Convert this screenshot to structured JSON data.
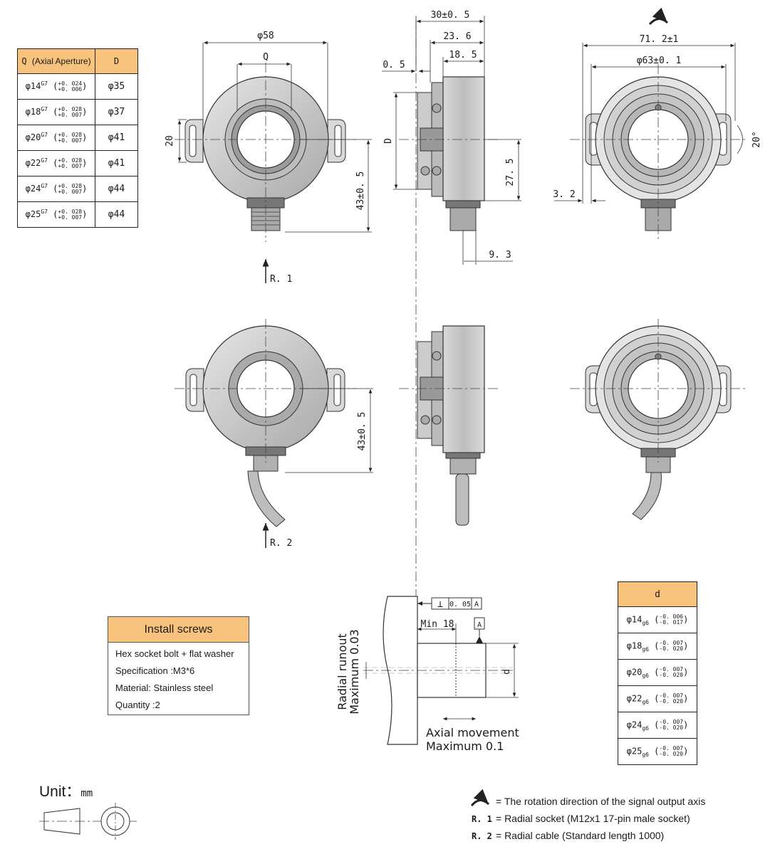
{
  "qd_table": {
    "header_q": "Q",
    "header_q_sub": "(Axial Aperture)",
    "header_d": "D",
    "rows": [
      {
        "q": "φ14",
        "fit": "G7",
        "tol_hi": "+0. 024",
        "tol_lo": "+0. 006",
        "d": "φ35"
      },
      {
        "q": "φ18",
        "fit": "G7",
        "tol_hi": "+0. 028",
        "tol_lo": "+0. 007",
        "d": "φ37"
      },
      {
        "q": "φ20",
        "fit": "G7",
        "tol_hi": "+0. 028",
        "tol_lo": "+0. 007",
        "d": "φ41"
      },
      {
        "q": "φ22",
        "fit": "G7",
        "tol_hi": "+0. 028",
        "tol_lo": "+0. 007",
        "d": "φ41"
      },
      {
        "q": "φ24",
        "fit": "G7",
        "tol_hi": "+0. 028",
        "tol_lo": "+0. 007",
        "d": "φ44"
      },
      {
        "q": "φ25",
        "fit": "G7",
        "tol_hi": "+0. 028",
        "tol_lo": "+0. 007",
        "d": "φ44"
      }
    ]
  },
  "d_table": {
    "header": "d",
    "rows": [
      {
        "d": "φ14",
        "fit": "g6",
        "tol_hi": "-0. 006",
        "tol_lo": "-0. 017"
      },
      {
        "d": "φ18",
        "fit": "g6",
        "tol_hi": "-0. 007",
        "tol_lo": "-0. 020"
      },
      {
        "d": "φ20",
        "fit": "g6",
        "tol_hi": "-0. 007",
        "tol_lo": "-0. 020"
      },
      {
        "d": "φ22",
        "fit": "g6",
        "tol_hi": "-0. 007",
        "tol_lo": "-0. 020"
      },
      {
        "d": "φ24",
        "fit": "g6",
        "tol_hi": "-0. 007",
        "tol_lo": "-0. 020"
      },
      {
        "d": "φ25",
        "fit": "g6",
        "tol_hi": "-0. 007",
        "tol_lo": "-0. 020"
      }
    ]
  },
  "install_screws": {
    "title": "Install screws",
    "lines": [
      "Hex socket bolt + flat washer",
      "Specification :M3*6",
      "Material: Stainless steel",
      "Quantity :2"
    ]
  },
  "dimensions": {
    "dia58": "φ58",
    "q": "Q",
    "d20": "20",
    "h43_top": "43±0. 5",
    "h43_bottom": "43±0. 5",
    "w30": "30±0. 5",
    "w23_6": "23. 6",
    "w18_5": "18. 5",
    "w0_5": "0. 5",
    "big_d": "D",
    "h27_5": "27. 5",
    "w9_3": "9. 3",
    "w71_2": "71. 2±1",
    "dia63": "φ63±0. 1",
    "w3_2": "3. 2",
    "ang20": "20°",
    "r1": "R. 1",
    "r2": "R. 2"
  },
  "shaft_detail": {
    "perp_symbol": "⊥",
    "perp_value": "0. 05",
    "datum": "A",
    "min18": "Min 18",
    "small_d": "d",
    "radial_runout_1": "Radial runout",
    "radial_runout_2": "Maximum 0.03",
    "axial_1": "Axial movement",
    "axial_2": "Maximum 0.1"
  },
  "unit": {
    "label": "Unit：",
    "value": "mm"
  },
  "legend": [
    {
      "key": "",
      "text": "= The rotation direction of the signal output axis"
    },
    {
      "key": "R. 1",
      "text": "= Radial socket (M12x1 17-pin male socket)"
    },
    {
      "key": "R. 2",
      "text": "= Radial cable (Standard length 1000)"
    }
  ]
}
